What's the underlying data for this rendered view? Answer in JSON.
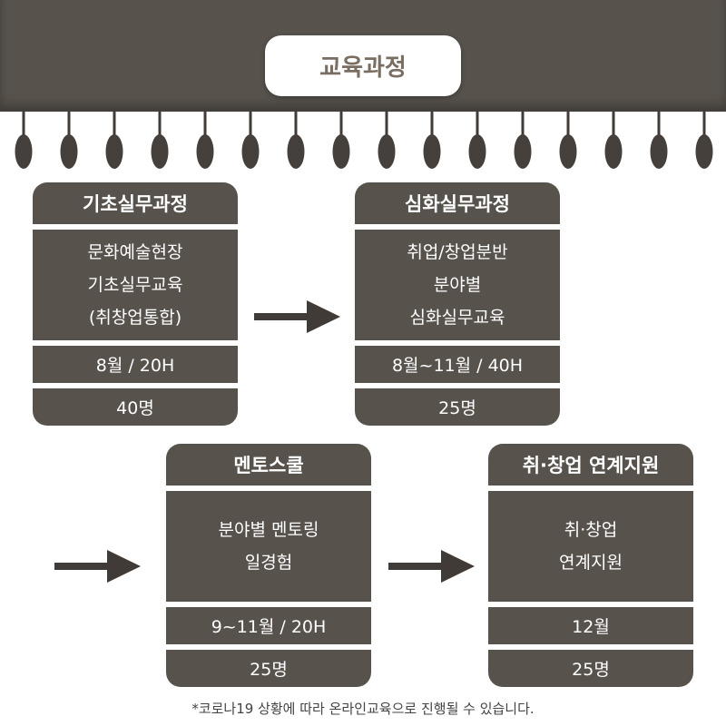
{
  "title": "교육과정",
  "cards": [
    {
      "title": "기초실무과정",
      "lines": [
        "문화예술현장",
        "기초실무교육",
        "(취창업통합)"
      ],
      "period": "8월 / 20H",
      "count": "40명"
    },
    {
      "title": "심화실무과정",
      "lines": [
        "취업/창업분반",
        "분야별",
        "심화실무교육"
      ],
      "period": "8월~11월 / 40H",
      "count": "25명"
    },
    {
      "title": "멘토스쿨",
      "lines": [
        "분야별 멘토링",
        "일경험"
      ],
      "period": "9~11월 / 20H",
      "count": "25명"
    },
    {
      "title": "취·창업 연계지원",
      "lines": [
        "취·창업",
        "연계지원"
      ],
      "period": "12월",
      "count": "25명"
    }
  ],
  "note": "*코로나19 상황에 따라 온라인교육으로 진행될 수 있습니다.",
  "colors": {
    "primary": "#57524c",
    "title_text": "#7a6e62"
  }
}
